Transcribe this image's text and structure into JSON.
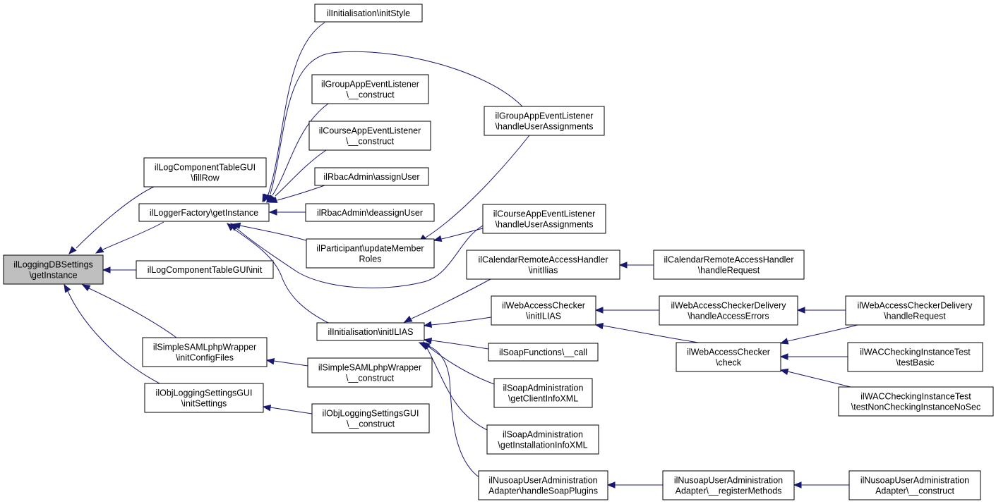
{
  "diagram": {
    "type": "call-graph",
    "colors": {
      "edge": "#191970",
      "root_fill": "#bfbfbf",
      "node_fill": "#ffffff",
      "node_border": "#000000"
    },
    "nodes": [
      {
        "id": "n_root",
        "lines": [
          "ilLoggingDBSettings",
          "\\getInstance"
        ],
        "root": true
      },
      {
        "id": "n_fillrow",
        "lines": [
          "ilLogComponentTableGUI",
          "\\fillRow"
        ]
      },
      {
        "id": "n_loggerfactory",
        "lines": [
          "ilLoggerFactory\\getInstance"
        ]
      },
      {
        "id": "n_lctinit",
        "lines": [
          "ilLogComponentTableGUI\\init"
        ]
      },
      {
        "id": "n_samlinit",
        "lines": [
          "ilSimpleSAMLphpWrapper",
          "\\initConfigFiles"
        ]
      },
      {
        "id": "n_objinit",
        "lines": [
          "ilObjLoggingSettingsGUI",
          "\\initSettings"
        ]
      },
      {
        "id": "n_initstyle",
        "lines": [
          "ilInitialisation\\initStyle"
        ]
      },
      {
        "id": "n_groupconstruct",
        "lines": [
          "ilGroupAppEventListener",
          "\\__construct"
        ]
      },
      {
        "id": "n_courseconstruct",
        "lines": [
          "ilCourseAppEventListener",
          "\\__construct"
        ]
      },
      {
        "id": "n_assignuser",
        "lines": [
          "ilRbacAdmin\\assignUser"
        ]
      },
      {
        "id": "n_deassignuser",
        "lines": [
          "ilRbacAdmin\\deassignUser"
        ]
      },
      {
        "id": "n_participant",
        "lines": [
          "ilParticipant\\updateMember",
          "Roles"
        ]
      },
      {
        "id": "n_initilias",
        "lines": [
          "ilInitialisation\\initILIAS"
        ]
      },
      {
        "id": "n_samlconstruct",
        "lines": [
          "ilSimpleSAMLphpWrapper",
          "\\__construct"
        ]
      },
      {
        "id": "n_objconstruct",
        "lines": [
          "ilObjLoggingSettingsGUI",
          "\\__construct"
        ]
      },
      {
        "id": "n_grouphandle",
        "lines": [
          "ilGroupAppEventListener",
          "\\handleUserAssignments"
        ]
      },
      {
        "id": "n_coursehandle",
        "lines": [
          "ilCourseAppEventListener",
          "\\handleUserAssignments"
        ]
      },
      {
        "id": "n_calinit",
        "lines": [
          "ilCalendarRemoteAccessHandler",
          "\\initIlias"
        ]
      },
      {
        "id": "n_wacinit",
        "lines": [
          "ilWebAccessChecker",
          "\\initILIAS"
        ]
      },
      {
        "id": "n_soapcall",
        "lines": [
          "ilSoapFunctions\\__call"
        ]
      },
      {
        "id": "n_soapclient",
        "lines": [
          "ilSoapAdministration",
          "\\getClientInfoXML"
        ]
      },
      {
        "id": "n_soapinstall",
        "lines": [
          "ilSoapAdministration",
          "\\getInstallationInfoXML"
        ]
      },
      {
        "id": "n_nusoaphandle",
        "lines": [
          "ilNusoapUserAdministration",
          "Adapter\\handleSoapPlugins"
        ]
      },
      {
        "id": "n_calhandle",
        "lines": [
          "ilCalendarRemoteAccessHandler",
          "\\handleRequest"
        ]
      },
      {
        "id": "n_wacdelerrors",
        "lines": [
          "ilWebAccessCheckerDelivery",
          "\\handleAccessErrors"
        ]
      },
      {
        "id": "n_waccheck",
        "lines": [
          "ilWebAccessChecker",
          "\\check"
        ]
      },
      {
        "id": "n_nusoapregister",
        "lines": [
          "ilNusoapUserAdministration",
          "Adapter\\__registerMethods"
        ]
      },
      {
        "id": "n_wacdelrequest",
        "lines": [
          "ilWebAccessCheckerDelivery",
          "\\handleRequest"
        ]
      },
      {
        "id": "n_wactestbasic",
        "lines": [
          "ilWACCheckingInstanceTest",
          "\\testBasic"
        ]
      },
      {
        "id": "n_wactestnon",
        "lines": [
          "ilWACCheckingInstanceTest",
          "\\testNonCheckingInstanceNoSec"
        ]
      },
      {
        "id": "n_nusoapconstruct",
        "lines": [
          "ilNusoapUserAdministration",
          "Adapter\\__construct"
        ]
      }
    ],
    "edges": [
      {
        "from": "n_fillrow",
        "to": "n_root"
      },
      {
        "from": "n_loggerfactory",
        "to": "n_root"
      },
      {
        "from": "n_lctinit",
        "to": "n_root"
      },
      {
        "from": "n_samlinit",
        "to": "n_root"
      },
      {
        "from": "n_objinit",
        "to": "n_root"
      },
      {
        "from": "n_initstyle",
        "to": "n_loggerfactory"
      },
      {
        "from": "n_grouphandle",
        "to": "n_loggerfactory"
      },
      {
        "from": "n_groupconstruct",
        "to": "n_loggerfactory"
      },
      {
        "from": "n_courseconstruct",
        "to": "n_loggerfactory"
      },
      {
        "from": "n_assignuser",
        "to": "n_loggerfactory"
      },
      {
        "from": "n_deassignuser",
        "to": "n_loggerfactory"
      },
      {
        "from": "n_participant",
        "to": "n_loggerfactory"
      },
      {
        "from": "n_coursehandle",
        "to": "n_loggerfactory"
      },
      {
        "from": "n_initilias",
        "to": "n_loggerfactory"
      },
      {
        "from": "n_samlconstruct",
        "to": "n_samlinit"
      },
      {
        "from": "n_objconstruct",
        "to": "n_objinit"
      },
      {
        "from": "n_grouphandle",
        "to": "n_participant"
      },
      {
        "from": "n_coursehandle",
        "to": "n_participant"
      },
      {
        "from": "n_calinit",
        "to": "n_initilias"
      },
      {
        "from": "n_wacinit",
        "to": "n_initilias"
      },
      {
        "from": "n_soapcall",
        "to": "n_initilias"
      },
      {
        "from": "n_soapclient",
        "to": "n_initilias"
      },
      {
        "from": "n_soapinstall",
        "to": "n_initilias"
      },
      {
        "from": "n_nusoaphandle",
        "to": "n_initilias"
      },
      {
        "from": "n_calhandle",
        "to": "n_calinit"
      },
      {
        "from": "n_wacdelerrors",
        "to": "n_wacinit"
      },
      {
        "from": "n_waccheck",
        "to": "n_wacinit"
      },
      {
        "from": "n_nusoapregister",
        "to": "n_nusoaphandle"
      },
      {
        "from": "n_wacdelrequest",
        "to": "n_wacdelerrors"
      },
      {
        "from": "n_wacdelrequest",
        "to": "n_waccheck"
      },
      {
        "from": "n_wactestbasic",
        "to": "n_waccheck"
      },
      {
        "from": "n_wactestnon",
        "to": "n_waccheck"
      },
      {
        "from": "n_nusoapconstruct",
        "to": "n_nusoapregister"
      }
    ]
  }
}
